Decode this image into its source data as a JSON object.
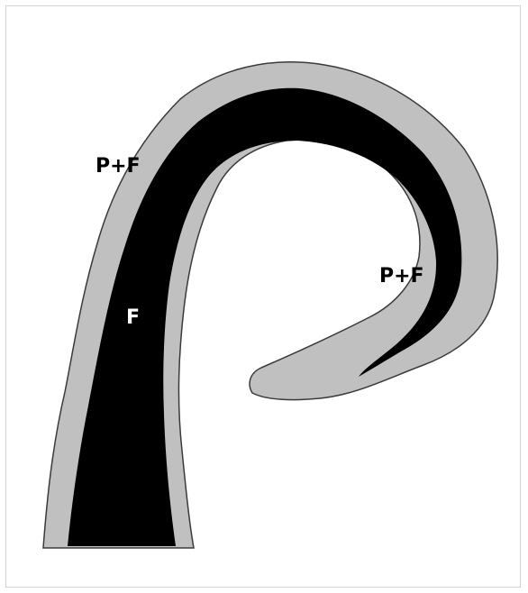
{
  "diagram": {
    "labels": {
      "outer_left": "P+F",
      "inner": "F",
      "outer_right": "P+F"
    },
    "colors": {
      "background": "#ffffff",
      "border": "#d2d2d2",
      "outer_layer": "#c0c0c0",
      "core": "#000000",
      "outer_edge": "#3a3a3a",
      "label_on_white": "#000000",
      "label_on_black": "#ffffff"
    }
  }
}
